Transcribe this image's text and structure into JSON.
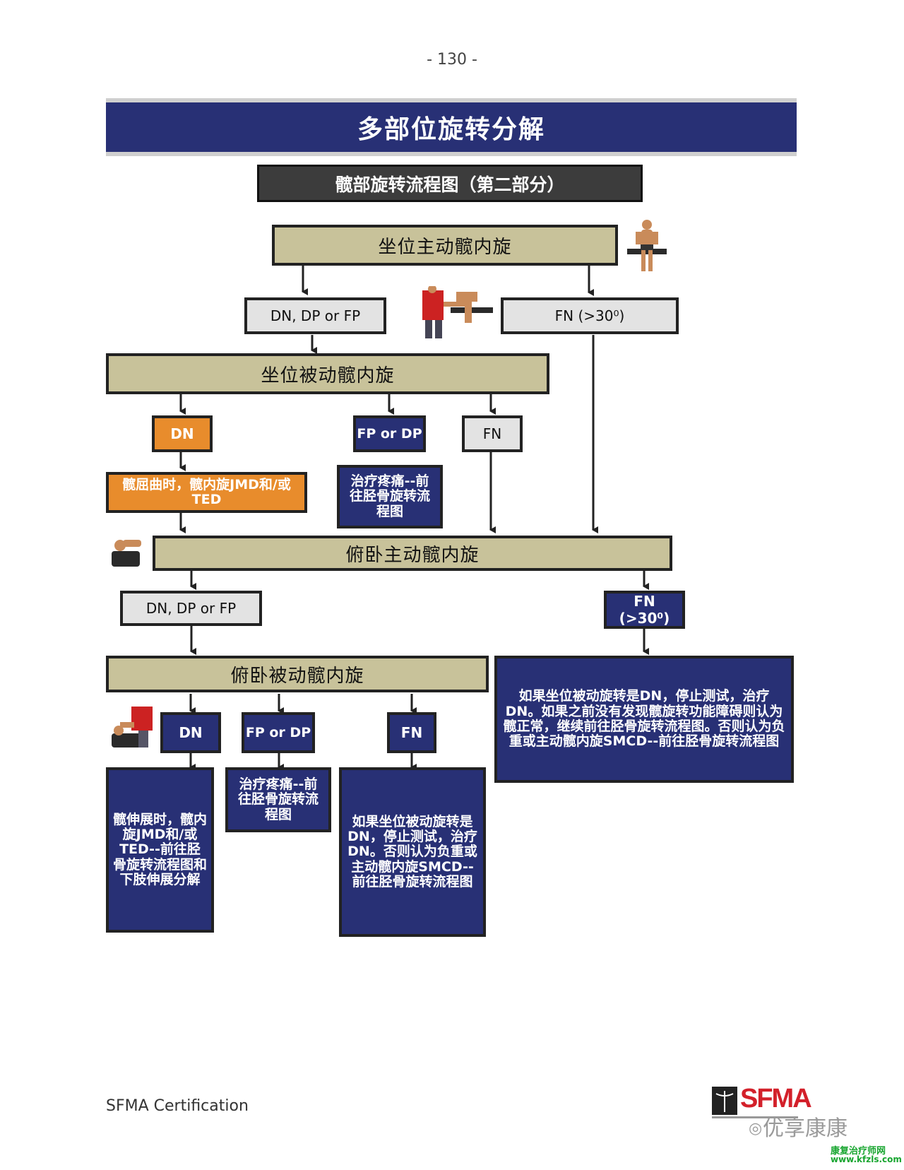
{
  "page_number": "- 130 -",
  "banner_title": "多部位旋转分解",
  "subtitle": "髋部旋转流程图（第二部分）",
  "nodes": {
    "seated_active": "坐位主动髋内旋",
    "dn_dp_fp_1": "DN, DP or FP",
    "fn_gt30_1": "FN (>30⁰)",
    "seated_passive": "坐位被动髋内旋",
    "dn_1": "DN",
    "fp_dp_1": "FP or DP",
    "fn_1": "FN",
    "orange_result": "髋屈曲时，髋内旋JMD和/或TED",
    "pain_1": "治疗疼痛--前往胫骨旋转流程图",
    "prone_active": "俯卧主动髋内旋",
    "dn_dp_fp_2": "DN, DP or FP",
    "fn_gt30_2": "FN (>30⁰)",
    "prone_passive": "俯卧被动髋内旋",
    "dn_2": "DN",
    "fp_dp_2": "FP or DP",
    "fn_2": "FN",
    "result_right": "如果坐位被动旋转是DN，停止测试，治疗DN。如果之前没有发现髋旋转功能障碍则认为髋正常，继续前往胫骨旋转流程图。否则认为负重或主动髋内旋SMCD--前往胫骨旋转流程图",
    "result_dn": "髋伸展时，髋内旋JMD和/或TED--前往胫骨旋转流程图和下肢伸展分解",
    "pain_2": "治疗疼痛--前往胫骨旋转流程图",
    "result_fn": "如果坐位被动旋转是DN，停止测试，治疗DN。否则认为负重或主动髋内旋SMCD--前往胫骨旋转流程图"
  },
  "footer": {
    "left": "SFMA Certification",
    "logo": "SFMA",
    "watermark": "优享康康",
    "site_cn": "康复治疗师网",
    "site_url": "www.kfzls.com"
  },
  "colors": {
    "navy": "#283075",
    "khaki": "#c8c29a",
    "grey": "#e3e3e3",
    "orange": "#e88c2c",
    "subhead": "#3c3c3c"
  },
  "icons": [
    "seated-person-photo",
    "passive-rotation-photo",
    "prone-person-photo",
    "prone-passive-photo",
    "caduceus-icon",
    "wechat-icon"
  ]
}
